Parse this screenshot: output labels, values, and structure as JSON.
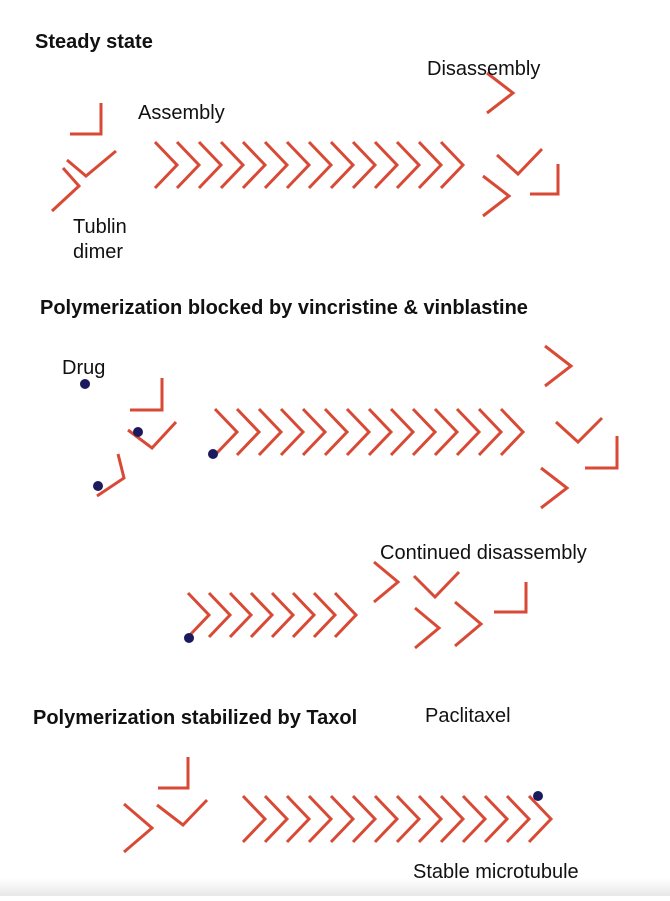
{
  "sections": {
    "steady": {
      "title": "Steady state",
      "assembly": "Assembly",
      "disassembly": "Disassembly",
      "dimer": "Tublin\ndimer"
    },
    "blocked": {
      "title": "Polymerization blocked by vincristine & vinblastine",
      "drug": "Drug",
      "continued": "Continued disassembly"
    },
    "stabilized": {
      "title": "Polymerization stabilized by Taxol",
      "paclitaxel": "Paclitaxel",
      "stable": "Stable microtubule"
    }
  },
  "colors": {
    "tubulin": "#d94a36",
    "drug": "#1c1a5e",
    "text": "#111111"
  },
  "icons": {
    "dimer": "tubulin-dimer-chevron-icon",
    "drug": "drug-molecule-dot-icon"
  }
}
